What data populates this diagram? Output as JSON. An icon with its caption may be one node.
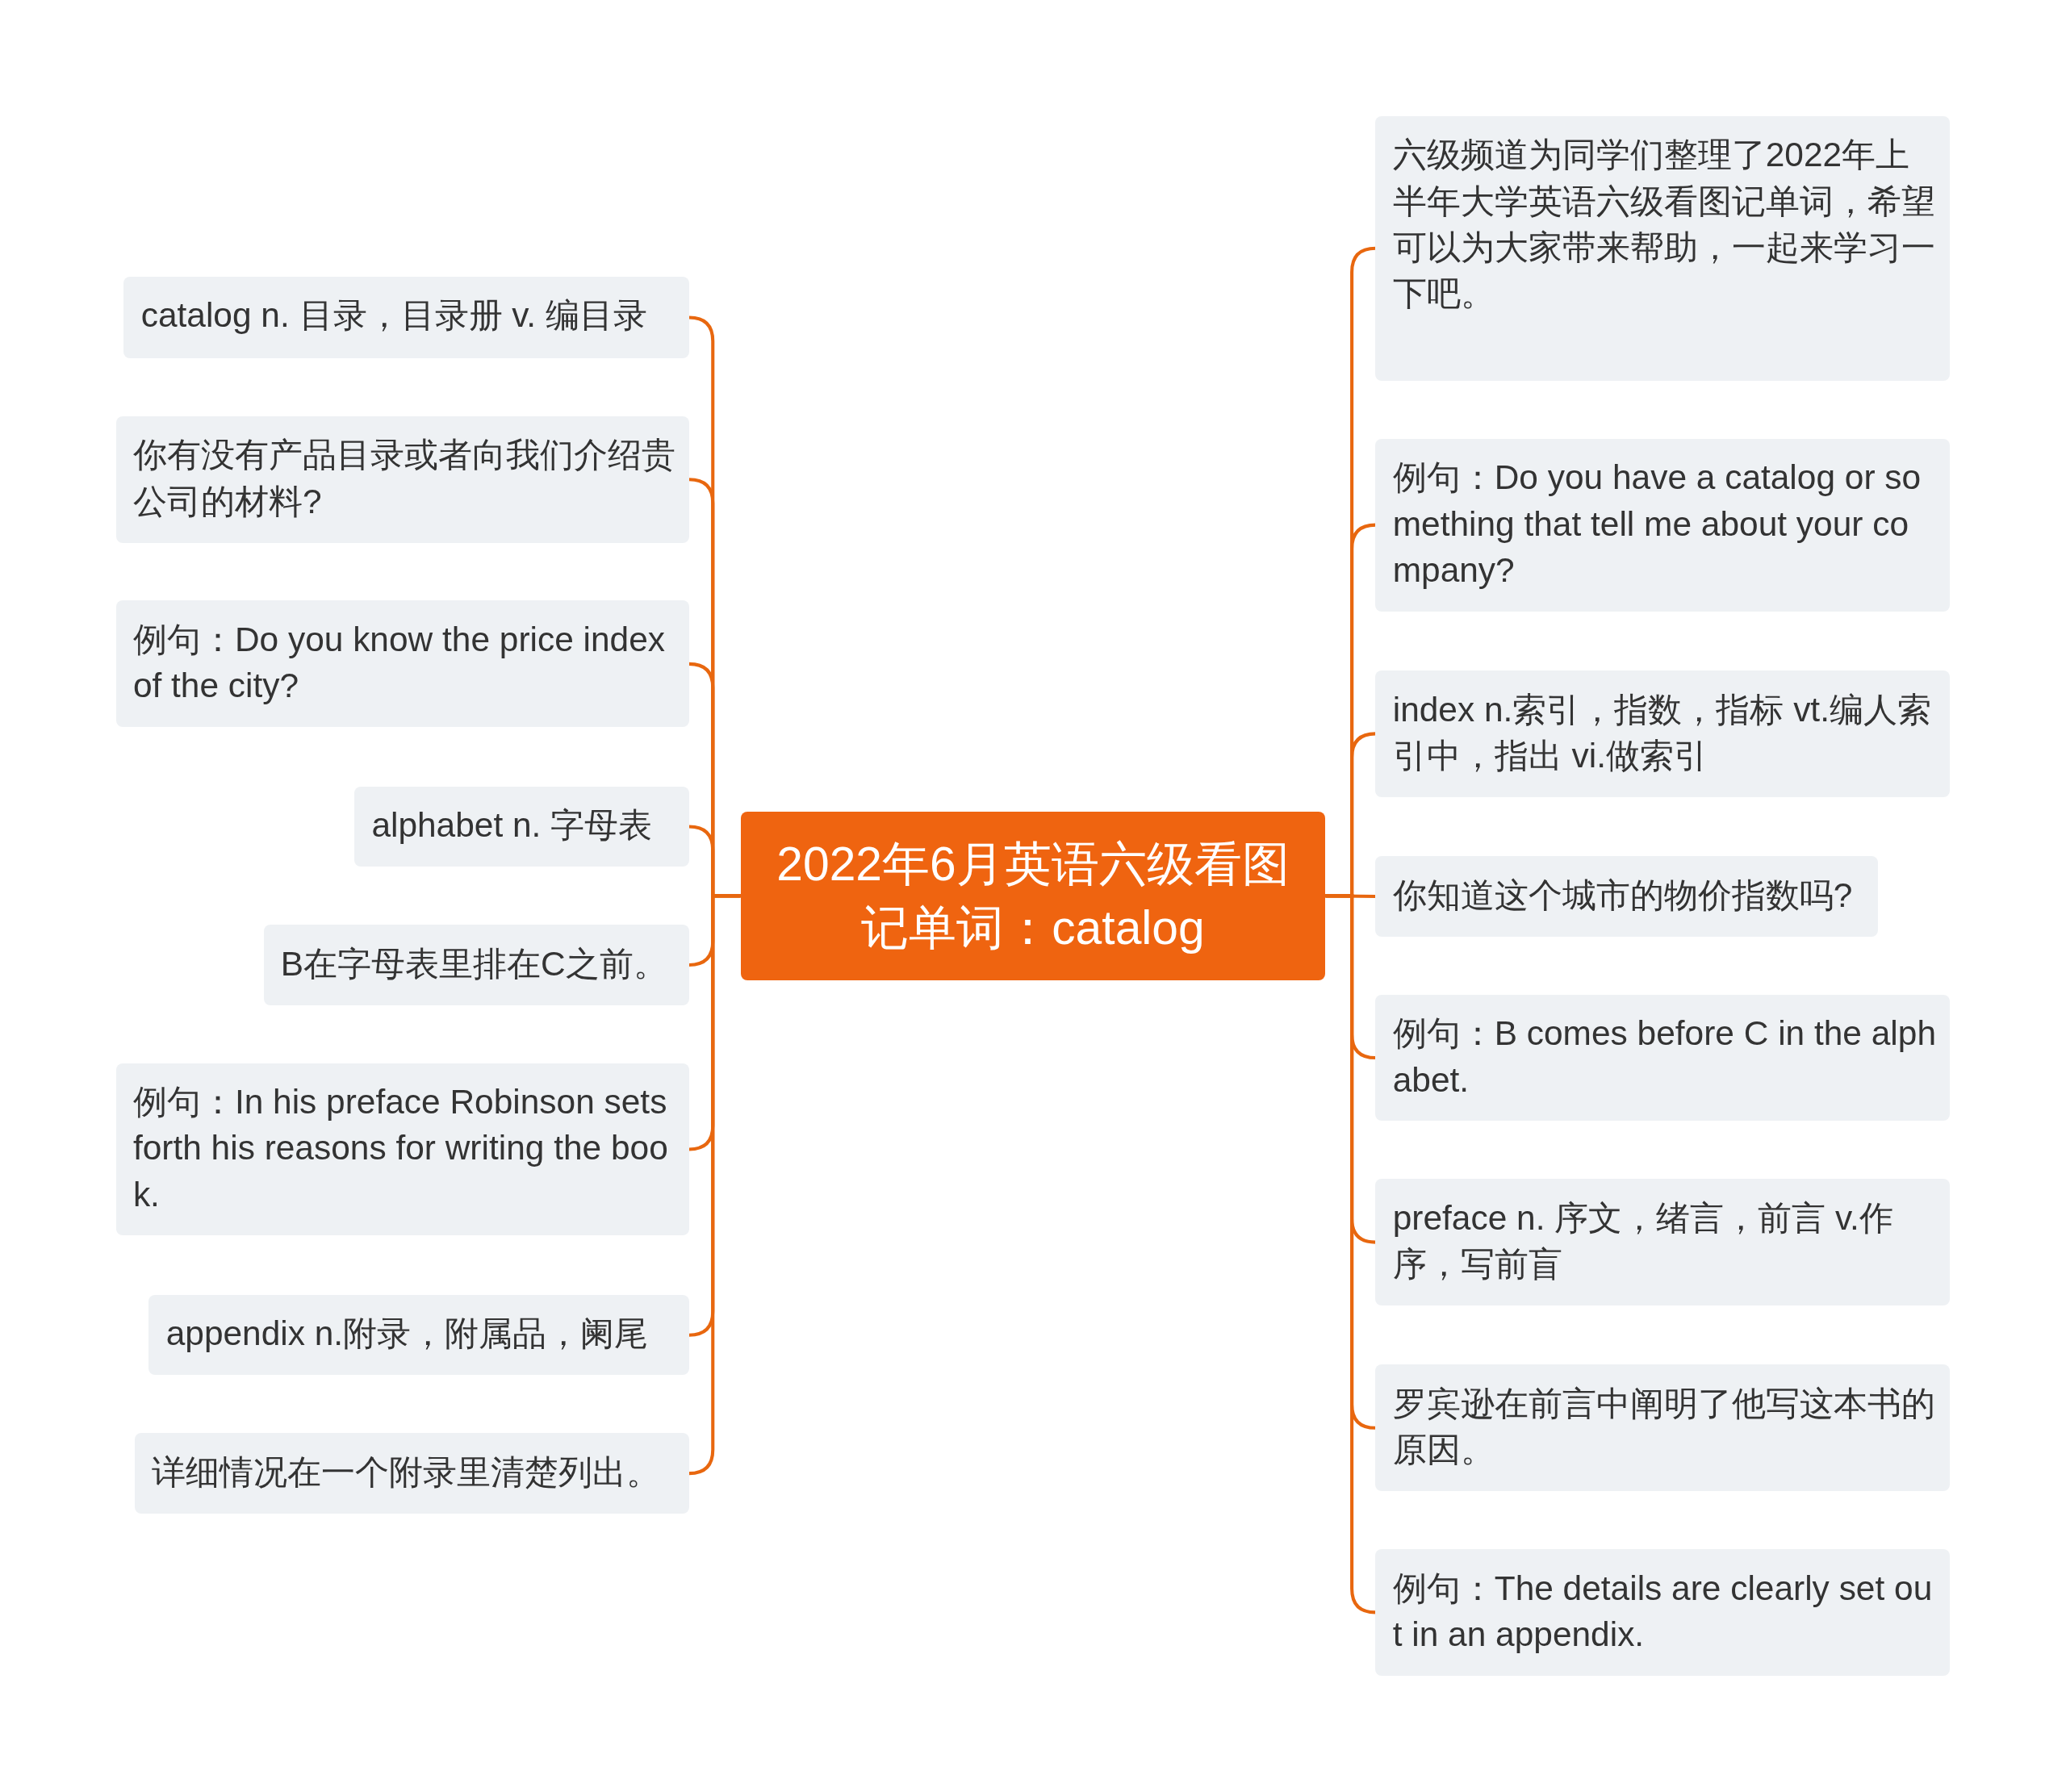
{
  "diagram": {
    "nodes": [
      {
        "text": [
          "2022年6月英语六级看图记单词：catalog"
        ]
      },
      {
        "text": [
          "catalog n. 目录，目录册 v. 编目录"
        ]
      },
      {
        "text": [
          "你有没有产品目录或者向我们介绍贵公司的材料?"
        ]
      },
      {
        "text": [
          "例句：Do you know the price index of the city?"
        ]
      },
      {
        "text": [
          "alphabet n. 字母表"
        ]
      },
      {
        "text": [
          "B在字母表里排在C之前。"
        ]
      },
      {
        "text": [
          "例句：In his preface Robinson sets forth his reasons for writing  the book."
        ]
      },
      {
        "text": [
          "appendix n.附录，附属品，阑尾"
        ]
      },
      {
        "text": [
          "详细情况在一个附录里清楚列出。"
        ]
      },
      {
        "text": [
          "六级频道为同学们整理了2022年上半年大学英语六级看图记单词，希望可以为大家带来帮助，一起来学习一下吧。"
        ]
      },
      {
        "text": [
          "例句：Do you have a catalog or something that tell me about your company?"
        ]
      },
      {
        "text": [
          "index n.索引，指数，指标 vt.编人索引中，指出 vi.做索引"
        ]
      },
      {
        "text": [
          "你知道这个城市的物价指数吗?"
        ]
      },
      {
        "text": [
          "例句：B comes before C in the alphabet."
        ]
      },
      {
        "text": [
          "preface n. 序文，绪言，前言 v.作序，写前盲"
        ]
      },
      {
        "text": [
          "罗宾逊在前言中阐明了他写这本书的原因。"
        ]
      },
      {
        "text": [
          "例句：The details are clearly set out in an appendix."
        ]
      }
    ],
    "edges": [
      {
        "from": 0,
        "to": 1,
        "arrow": "none"
      },
      {
        "from": 0,
        "to": 2,
        "arrow": "none"
      },
      {
        "from": 0,
        "to": 3,
        "arrow": "none"
      },
      {
        "from": 0,
        "to": 4,
        "arrow": "none"
      },
      {
        "from": 0,
        "to": 5,
        "arrow": "none"
      },
      {
        "from": 0,
        "to": 6,
        "arrow": "none"
      },
      {
        "from": 0,
        "to": 7,
        "arrow": "none"
      },
      {
        "from": 0,
        "to": 8,
        "arrow": "none"
      },
      {
        "from": 0,
        "to": 9,
        "arrow": "none"
      },
      {
        "from": 0,
        "to": 10,
        "arrow": "none"
      },
      {
        "from": 0,
        "to": 11,
        "arrow": "none"
      },
      {
        "from": 0,
        "to": 12,
        "arrow": "none"
      },
      {
        "from": 0,
        "to": 13,
        "arrow": "none"
      },
      {
        "from": 0,
        "to": 14,
        "arrow": "none"
      },
      {
        "from": 0,
        "to": 15,
        "arrow": "none"
      },
      {
        "from": 0,
        "to": 16,
        "arrow": "none"
      }
    ]
  }
}
